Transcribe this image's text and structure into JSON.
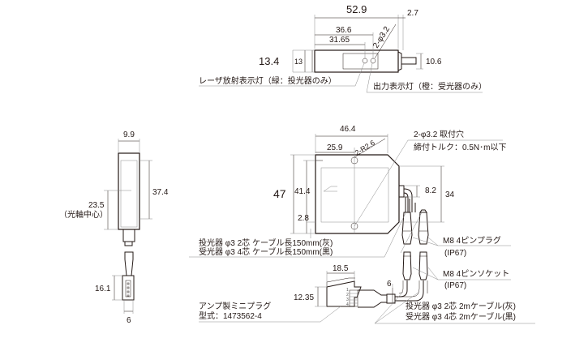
{
  "top_view": {
    "dims": {
      "overall_length": "52.9",
      "cable_protrusion": "2.7",
      "led_position_2": "36.6",
      "led_position_1": "31.65",
      "hole_callout": "2-φ3.2",
      "height_outer": "13.4",
      "height_inner": "13",
      "connector_height": "10.6"
    },
    "notes": {
      "laser_indicator": "レーザ放射表示灯（緑：投光器のみ）",
      "output_indicator": "出力表示灯（橙：受光器のみ）"
    }
  },
  "side_view": {
    "dims": {
      "width": "9.9",
      "height_inner": "37.4",
      "optical_axis": "23.5",
      "optical_axis_note": "（光軸中心）",
      "plug_length": "16.1",
      "plug_width": "6"
    }
  },
  "front_view": {
    "dims": {
      "width": "46.4",
      "hole_offset": "25.9",
      "radius_callout": "2-R2.6",
      "height_outer": "47",
      "height_inner": "41.4",
      "bottom_offset": "2.8",
      "connector_offset": "8.2",
      "connector_height": "34"
    },
    "notes": {
      "mount_holes": "2-φ3.2 取付穴",
      "torque": "締付トルク：0.5N･m以下"
    }
  },
  "cables": {
    "short_cable_emitter": "投光器 φ3 2芯 ケーブル長150mm(灰)",
    "short_cable_receiver": "受光器 φ3 4芯 ケーブル長150mm(黒)",
    "m8_plug": "M8 4ピンプラグ",
    "m8_plug_rating": "(IP67)",
    "m8_socket": "M8 4ピンソケット",
    "m8_socket_rating": "(IP67)",
    "long_cable_emitter": "投光器 φ3 2芯 2mケーブル(灰)",
    "long_cable_receiver": "受光器 φ3 4芯 2mケーブル(黒)"
  },
  "mini_plug": {
    "length": "18.5",
    "height": "12.35",
    "cable_dia": "6",
    "pins": [
      "1",
      "2",
      "3",
      "4"
    ],
    "name": "アンプ製ミニプラグ",
    "model": "型式：1473562-4"
  }
}
